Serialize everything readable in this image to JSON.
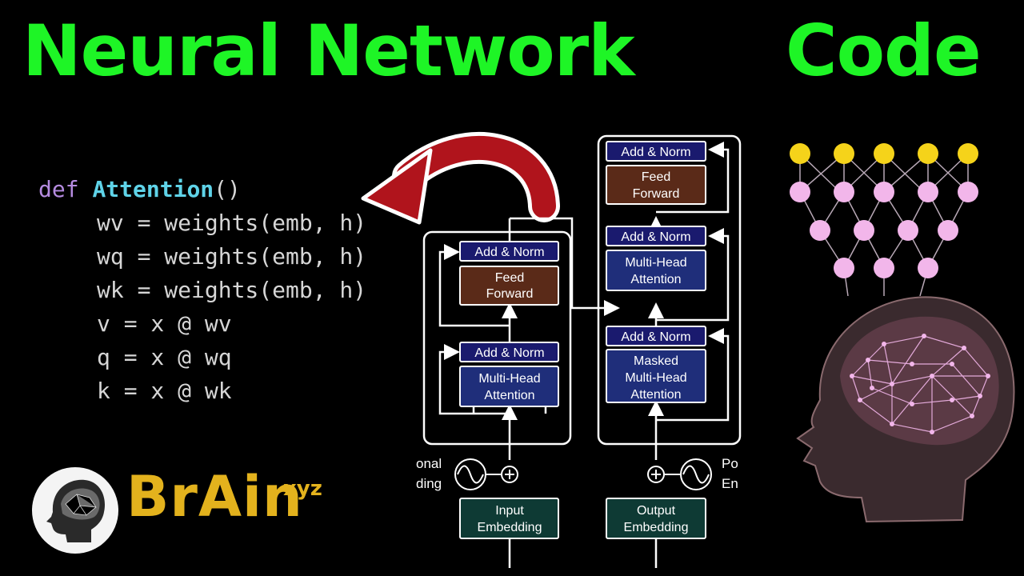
{
  "title": {
    "part1": "Neural Network",
    "part2": "Code"
  },
  "code": {
    "def_keyword": "def",
    "function_name": "Attention",
    "function_parens": "()",
    "lines": [
      "wv = weights(emb, h)",
      "wq = weights(emb, h)",
      "wk = weights(emb, h)",
      "v = x @ wv",
      "q = x @ wq",
      "k = x @ wk"
    ]
  },
  "diagram": {
    "encoder": {
      "add_norm_top": "Add & Norm",
      "feed_forward": [
        "Feed",
        "Forward"
      ],
      "add_norm_bottom": "Add & Norm",
      "attention": [
        "Multi-Head",
        "Attention"
      ],
      "positional_label": [
        "onal",
        "ding"
      ],
      "embedding": [
        "Input",
        "Embedding"
      ]
    },
    "decoder": {
      "add_norm_top": "Add & Norm",
      "feed_forward": [
        "Feed",
        "Forward"
      ],
      "add_norm_mid": "Add & Norm",
      "attention": [
        "Multi-Head",
        "Attention"
      ],
      "add_norm_bottom": "Add & Norm",
      "masked_attention": [
        "Masked",
        "Multi-Head",
        "Attention"
      ],
      "positional_label": [
        "Po",
        "En"
      ],
      "embedding": [
        "Output",
        "Embedding"
      ]
    }
  },
  "logo": {
    "name": "BrAin",
    "superscript": "xyz"
  },
  "colors": {
    "title": "#1ef526",
    "add_norm_fill": "#1a1a6e",
    "feed_forward_fill": "#5a2a18",
    "attention_fill": "#1f2e7a",
    "embedding_fill": "#0e3a34",
    "arrow": "#b0141c",
    "node_yellow": "#f5d31a",
    "node_pink": "#f2b6ea",
    "logo": "#e3b21d"
  },
  "icons": [
    "curved-arrow-icon",
    "neural-network-icon",
    "brain-head-icon",
    "logo-brain-head-icon",
    "sine-wave-icon",
    "plus-circle-icon"
  ]
}
